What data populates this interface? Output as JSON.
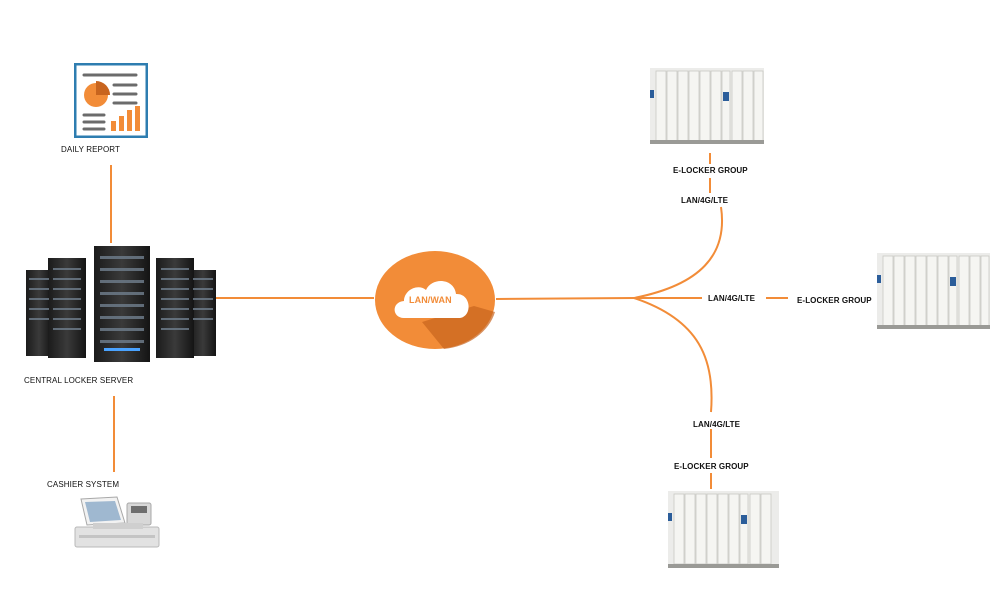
{
  "nodes": {
    "daily_report": "DAILY REPORT",
    "central_server": "CENTRAL LOCKER SERVER",
    "cashier_system": "CASHIER SYSTEM",
    "cloud": "LAN/WAN"
  },
  "branches": {
    "top": {
      "link": "LAN/4G/LTE",
      "group": "E-LOCKER GROUP"
    },
    "right": {
      "link": "LAN/4G/LTE",
      "group": "E-LOCKER GROUP"
    },
    "bottom": {
      "link": "LAN/4G/LTE",
      "group": "E-LOCKER GROUP"
    }
  },
  "colors": {
    "connector": "#F28C38",
    "cloud_circle": "#F28C38",
    "cloud_shadow": "#C8641E",
    "report_border": "#2E7DB0",
    "report_accent": "#F28C38"
  },
  "icons": {
    "report": "report-document-icon",
    "server": "server-rack-icon",
    "cashier": "cash-register-icon",
    "cloud": "cloud-icon",
    "locker": "locker-cabinet-icon"
  }
}
